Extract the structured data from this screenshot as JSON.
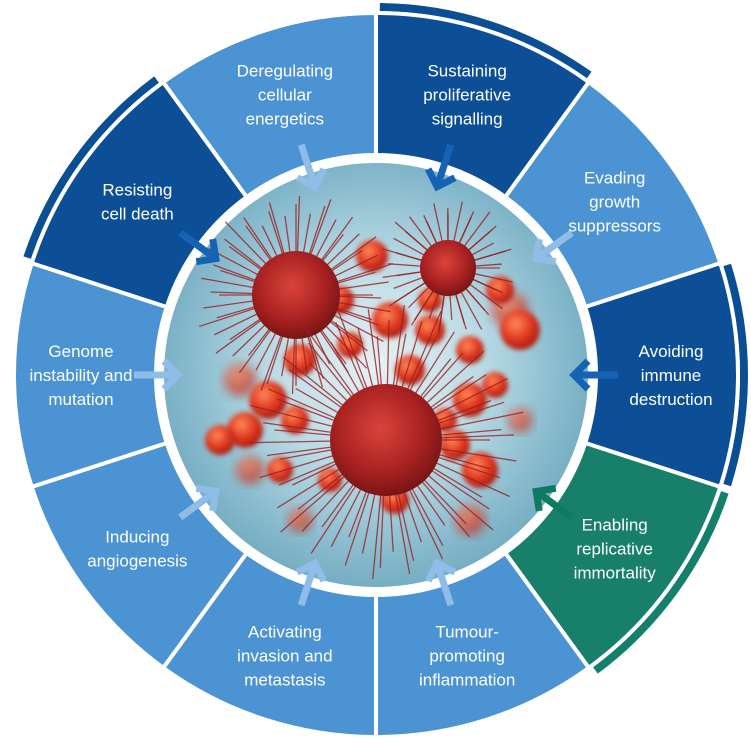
{
  "segments": [
    {
      "key": "sustaining",
      "lines": [
        "Sustaining",
        "proliferative",
        "signalling"
      ],
      "tone": "dark"
    },
    {
      "key": "evading",
      "lines": [
        "Evading",
        "growth",
        "suppressors"
      ],
      "tone": "light"
    },
    {
      "key": "immune",
      "lines": [
        "Avoiding",
        "immune",
        "destruction"
      ],
      "tone": "dark"
    },
    {
      "key": "immortality",
      "lines": [
        "Enabling",
        "replicative",
        "immortality"
      ],
      "tone": "green"
    },
    {
      "key": "inflammation",
      "lines": [
        "Tumour-",
        "promoting",
        "inflammation"
      ],
      "tone": "light"
    },
    {
      "key": "invasion",
      "lines": [
        "Activating",
        "invasion and",
        "metastasis"
      ],
      "tone": "light"
    },
    {
      "key": "angiogenesis",
      "lines": [
        "Inducing",
        "angiogenesis"
      ],
      "tone": "light"
    },
    {
      "key": "genome",
      "lines": [
        "Genome",
        "instability and",
        "mutation"
      ],
      "tone": "light"
    },
    {
      "key": "cell-death",
      "lines": [
        "Resisting",
        "cell death"
      ],
      "tone": "dark"
    },
    {
      "key": "energetics",
      "lines": [
        "Deregulating",
        "cellular",
        "energetics"
      ],
      "tone": "light"
    }
  ],
  "colors": {
    "dark": "#0d4f96",
    "light": "#4c93d3",
    "green": "#177f6a",
    "light_arrow": "#8fbde8",
    "dark_arrow": "#1463b5",
    "green_arrow": "#0f7a63",
    "outer_bar_blue": "#0a4f94",
    "outer_bar_green": "#14806b"
  },
  "icons": {
    "center": "cancer-cells-image",
    "arrows": "arrow-pointing-inward"
  }
}
